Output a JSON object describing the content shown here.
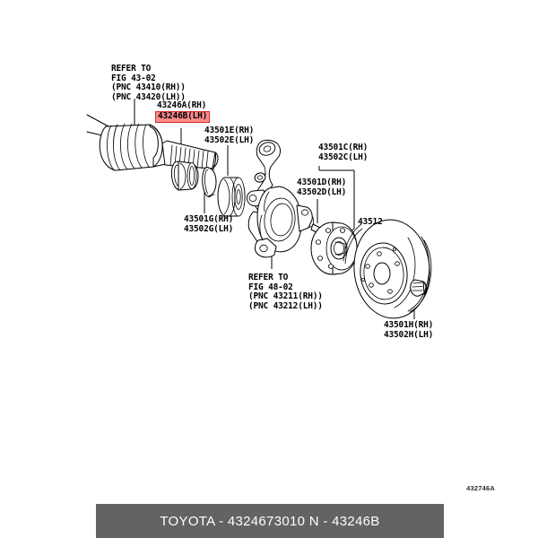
{
  "diagram": {
    "figure_code": "432746A",
    "highlight_color": "#fb8b8b",
    "highlight_border_color": "#d03030",
    "labels": {
      "refer_43_02": {
        "line1": "REFER TO",
        "line2": "FIG 43-02",
        "line3": "(PNC 43410(RH))",
        "line4": "(PNC 43420(LH))"
      },
      "part_43246": {
        "rh": "43246A(RH)",
        "lh": "43246B(LH)"
      },
      "part_43501e": {
        "rh": "43501E(RH)",
        "lh": "43502E(LH)"
      },
      "part_43501g": {
        "rh": "43501G(RH)",
        "lh": "43502G(LH)"
      },
      "part_43501c": {
        "rh": "43501C(RH)",
        "lh": "43502C(LH)"
      },
      "part_43501d": {
        "rh": "43501D(RH)",
        "lh": "43502D(LH)"
      },
      "part_43512": {
        "value": "43512"
      },
      "part_43501h": {
        "rh": "43501H(RH)",
        "lh": "43502H(LH)"
      },
      "refer_48_02": {
        "line1": "REFER TO",
        "line2": "FIG 48-02",
        "line3": "(PNC 43211(RH))",
        "line4": "(PNC 43212(LH))"
      }
    },
    "parts": {
      "cv_joint_boot": "cv-joint-boot",
      "clamp_large": "boot-clamp-large",
      "snap_ring": "snap-ring",
      "bearing": "wheel-bearing",
      "steering_knuckle": "steering-knuckle",
      "knuckle_bolt": "knuckle-bolt",
      "wheel_hub": "wheel-hub",
      "brake_disc": "brake-disc-rotor",
      "disc_screw": "disc-retaining-screw"
    }
  },
  "bottom_bar": {
    "brand": "TOYOTA",
    "separator": "-",
    "part_number": "4324673010",
    "code_prefix": "N",
    "code_value": "43246B",
    "full_text": "TOYOTA - 4324673010    N - 43246B",
    "background_color": "#636363",
    "text_color": "#ffffff"
  }
}
